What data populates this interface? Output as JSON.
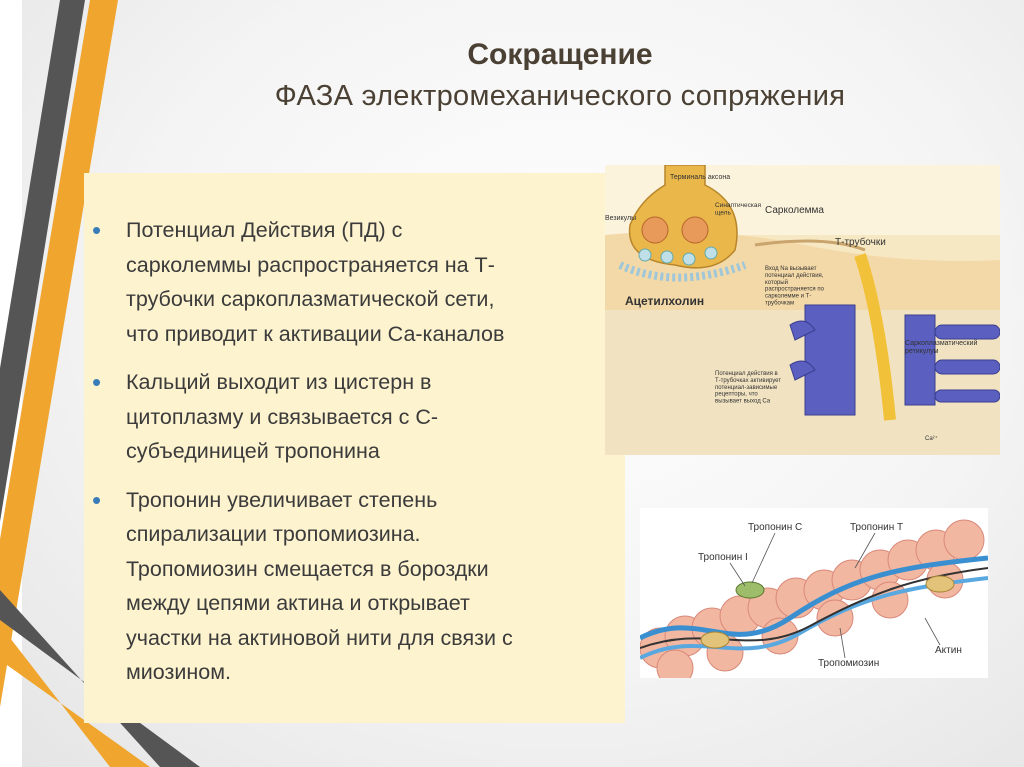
{
  "slide": {
    "title": "Сокращение",
    "subtitle": "ФАЗА электромеханического сопряжения"
  },
  "bullets": [
    "Потенциал Действия (ПД) с\nсарколеммы распространяется на Т-\nтрубочки саркоплазматической сети,\nчто приводит к активации Са-каналов",
    "Кальций выходит из цистерн в\nцитоплазму и связывается с С-\nсубъединицей тропонина",
    "Тропонин увеличивает степень\nспирализации тропомиозина.\nТропомиозин смещается в бороздки\nмежду цепями актина и открывает\nучастки на актиновой нити для связи с\nмиозином."
  ],
  "figure_top": {
    "terminal_label": "Терминаль аксона",
    "synaptic_label": "Синаптическая\nщель",
    "vesicle_label": "Везикулы",
    "sarcolemma_label": "Сарколемма",
    "t_tubules_label": "Т-трубочки",
    "ach_label": "Ацетилхолин",
    "entry_label": "Вход Na вызывает\nпотенциал действия,\nкоторый\nраспространяется по\nсарколемме и Т-\nтрубочкам",
    "reticulum_label": "Саркоплазматический\nретикулум",
    "ap_label": "Потенциал действия в\nТ-трубочках активирует\nпотенциал-зависимые\nрецепторы, что\nвызывает выход Са",
    "ca_label": "Ca²⁺"
  },
  "figure_bottom": {
    "troponin_c": "Тропонин С",
    "troponin_t": "Тропонин Т",
    "troponin_i": "Тропонин I",
    "actin": "Актин",
    "tropomyosin": "Тропомиозин"
  },
  "colors": {
    "title": "#4a4033",
    "bullet": "#3a7cb8",
    "text_box": "#fdf3cf",
    "stripe_dark": "#555555",
    "stripe_orange": "#f0a52e",
    "membrane_purple": "#5a5fc0",
    "tubule_yellow": "#f2c13a",
    "actin_pink": "#f2b7a0",
    "tropomyosin_blue": "#3a8fd0"
  }
}
